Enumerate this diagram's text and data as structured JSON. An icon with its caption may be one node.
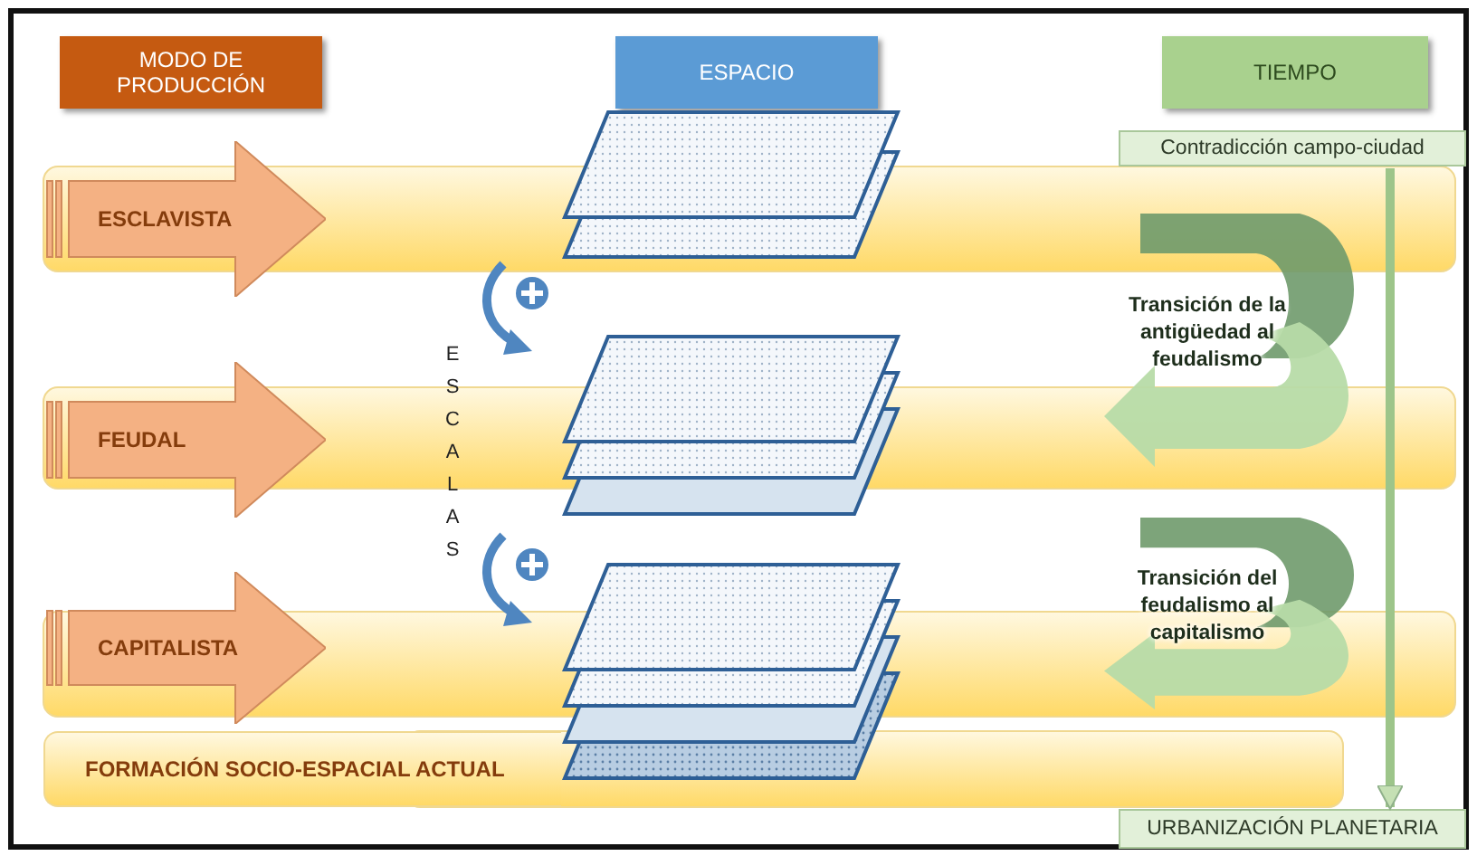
{
  "diagram": {
    "nodes": [
      {
        "text": [
          "MODO DE PRODUCCIÓN"
        ]
      },
      {
        "text": [
          "ESPACIO"
        ]
      },
      {
        "text": [
          "TIEMPO"
        ]
      },
      {
        "text": [
          "ESCLAVISTA"
        ]
      },
      {
        "text": [
          "FEUDAL"
        ]
      },
      {
        "text": [
          "CAPITALISTA"
        ]
      },
      {
        "text": [
          "FORMACIÓN SOCIO-ESPACIAL ACTUAL"
        ]
      },
      {
        "text": [
          "Transición de la antigüedad al feudalismo"
        ]
      },
      {
        "text": [
          "Transición del feudalismo al capitalismo"
        ]
      },
      {
        "text": [
          "Contradicción campo-ciudad"
        ]
      },
      {
        "text": [
          "URBANIZACIÓN PLANETARIA"
        ]
      }
    ],
    "edges": [
      {
        "from": 9,
        "to": 10,
        "arrow": "to"
      }
    ],
    "labels": [
      "ESCALAS"
    ]
  }
}
